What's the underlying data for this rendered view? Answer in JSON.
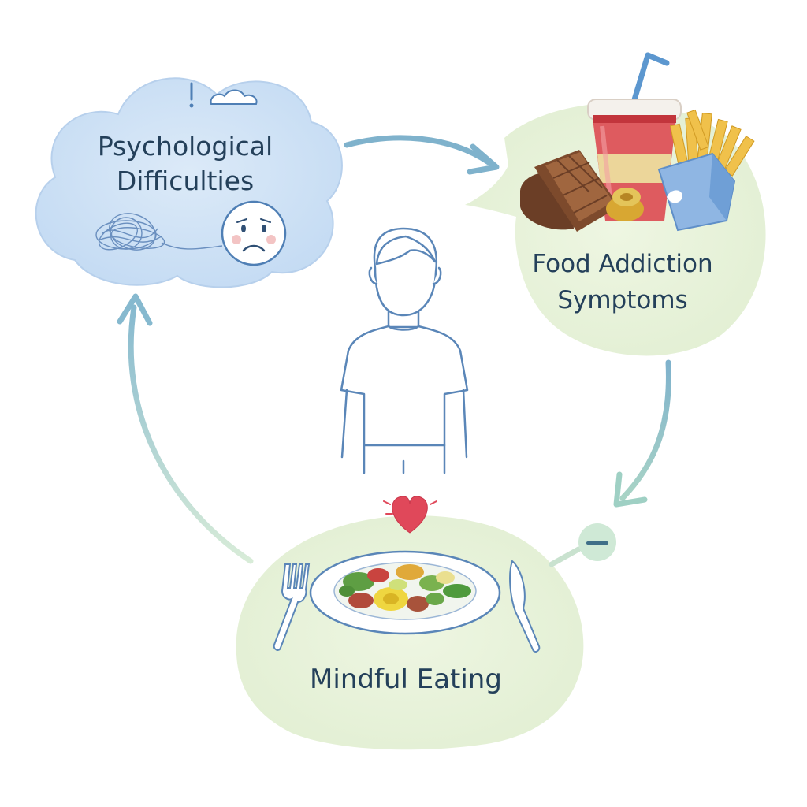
{
  "nodes": {
    "psychological": {
      "line1": "Psychological",
      "line2": "Difficulties"
    },
    "food_addiction": {
      "line1": "Food Addiction",
      "line2": "Symptoms"
    },
    "mindful_eating": {
      "label": "Mindful Eating"
    }
  },
  "colors": {
    "cloud_fill": "#cfe2f6",
    "green_fill": "#e6f1d8",
    "arrow_blue": "#7fb2cc",
    "arrow_green": "#c9e2cf",
    "outline": "#4f7fb5",
    "text": "#24405a",
    "heart": "#e0485a"
  }
}
